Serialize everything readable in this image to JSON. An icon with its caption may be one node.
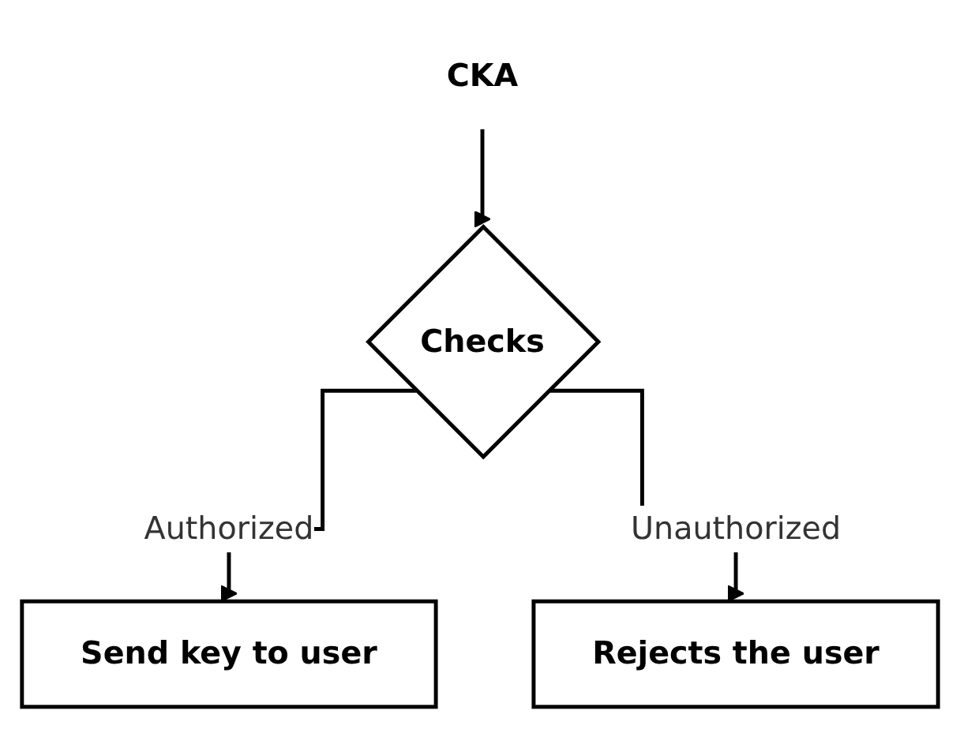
{
  "diagram": {
    "nodes": [
      {
        "text": [
          "CKA"
        ]
      },
      {
        "text": [
          "Checks"
        ]
      },
      {
        "text": [
          "Send key to user"
        ]
      },
      {
        "text": [
          "Rejects the user"
        ]
      }
    ],
    "edges": [
      {
        "from": 0,
        "to": 1,
        "arrow": "to"
      },
      {
        "from": 1,
        "to": 2,
        "label": "Authorized",
        "arrow": "to"
      },
      {
        "from": 1,
        "to": 3,
        "label": "Unauthorized",
        "arrow": "to"
      }
    ]
  }
}
